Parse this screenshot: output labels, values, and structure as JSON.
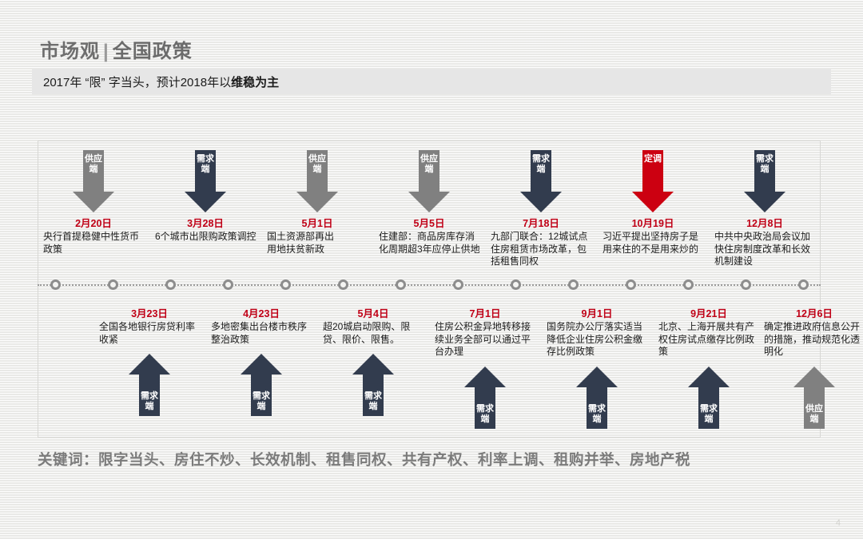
{
  "header": {
    "title_prefix": "市场观",
    "title_separator": "|",
    "title_main": "全国政策",
    "subtitle_plain_1": "2017年 “限” 字当头，预计2018年以",
    "subtitle_bold": "维稳为主"
  },
  "colors": {
    "supply_gray": "#808080",
    "demand_navy": "#323c4e",
    "tone_red": "#cc0011",
    "date_red": "#c00016",
    "axis_gray": "#8d8d8d",
    "keyword_gray": "#7b7b7b",
    "subtitle_bar_bg": "#e6e6e6"
  },
  "axis": {
    "marker_count": 14,
    "style": "dotted"
  },
  "timeline_top": [
    {
      "tag": "供应端",
      "tag_type": "supply",
      "date": "2月20日",
      "desc": "央行首提稳健中性货币政策"
    },
    {
      "tag": "需求端",
      "tag_type": "demand",
      "date": "3月28日",
      "desc": "6个城市出限购政策调控"
    },
    {
      "tag": "供应端",
      "tag_type": "supply",
      "date": "5月1日",
      "desc": "国土资源部再出\n用地扶贫新政"
    },
    {
      "tag": "供应端",
      "tag_type": "supply",
      "date": "5月5日",
      "desc": "住建部：商品房库存消化周期超3年应停止供地"
    },
    {
      "tag": "需求端",
      "tag_type": "demand",
      "date": "7月18日",
      "desc": "九部门联合：12城试点住房租赁市场改革，包括租售同权"
    },
    {
      "tag": "定调",
      "tag_type": "tone",
      "date": "10月19日",
      "desc": "习近平提出坚持房子是用来住的不是用来炒的"
    },
    {
      "tag": "需求端",
      "tag_type": "demand",
      "date": "12月8日",
      "desc": "中共中央政治局会议加快住房制度改革和长效机制建设"
    }
  ],
  "timeline_bottom": [
    {
      "tag": "需求端",
      "tag_type": "demand",
      "date": "3月23日",
      "desc": "全国各地银行房贷利率收紧"
    },
    {
      "tag": "需求端",
      "tag_type": "demand",
      "date": "4月23日",
      "desc": "多地密集出台楼市秩序整治政策"
    },
    {
      "tag": "需求端",
      "tag_type": "demand",
      "date": "5月4日",
      "desc": "超20城启动限购、限贷、限价、限售。"
    },
    {
      "tag": "需求端",
      "tag_type": "demand",
      "date": "7月1日",
      "desc": "住房公积金异地转移接续业务全部可以通过平台办理"
    },
    {
      "tag": "需求端",
      "tag_type": "demand",
      "date": "9月1日",
      "desc": "国务院办公厅落实适当降低企业住房公积金缴存比例政策"
    },
    {
      "tag": "需求端",
      "tag_type": "demand",
      "date": "9月21日",
      "desc": "北京、上海开展共有产权住房试点缴存比例政策"
    },
    {
      "tag": "供应端",
      "tag_type": "supply",
      "date": "12月6日",
      "desc": "确定推进政府信息公开的措施，推动规范化透明化"
    }
  ],
  "footer": {
    "keyword_label": "关键词：",
    "keywords": "限字当头、房住不炒、长效机制、租售同权、共有产权、利率上调、租购并举、房地产税",
    "page_number": "4"
  }
}
